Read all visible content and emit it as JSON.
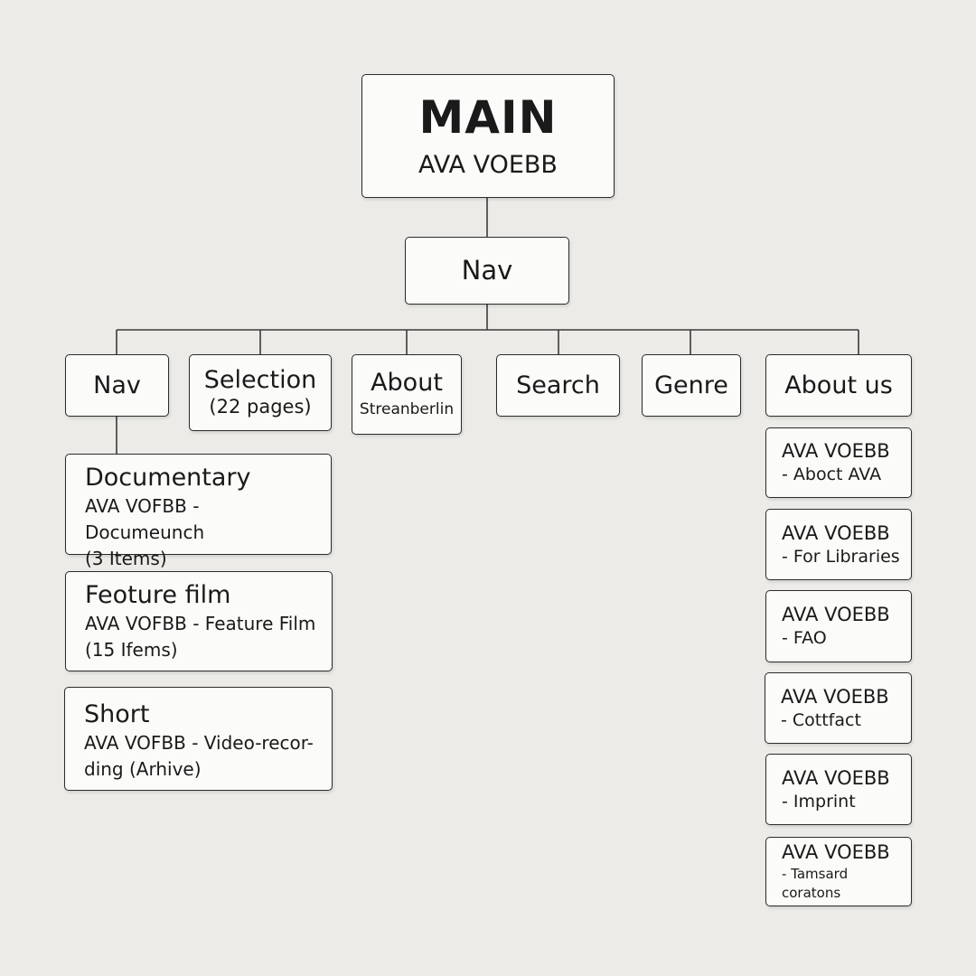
{
  "root": {
    "title": "MAIN",
    "subtitle": "AVA VOEBB"
  },
  "nav_hub": {
    "label": "Nav"
  },
  "categories": {
    "nav": {
      "label": "Nav"
    },
    "selection": {
      "label": "Selection",
      "sub": "(22 pages)"
    },
    "about": {
      "label": "About",
      "sub": "Streanberlin"
    },
    "search": {
      "label": "Search"
    },
    "genre": {
      "label": "Genre"
    },
    "about_us": {
      "label": "About us"
    }
  },
  "genres": [
    {
      "title": "Documentary",
      "desc": "AVA VOFBB - Documeunch\n(3 Items)"
    },
    {
      "title": "Feoture film",
      "desc": "AVA VOFBB - Feature Film\n(15 Ifems)"
    },
    {
      "title": "Short",
      "desc": "AVA VOFBB - Video-recor-\nding (Arhive)"
    }
  ],
  "about_pages": [
    {
      "line1": "AVA VOEBB",
      "line2": "- Aboct AVA"
    },
    {
      "line1": "AVA VOEBB",
      "line2": "- For Libraries"
    },
    {
      "line1": "AVA VOEBB",
      "line2": "- FAO"
    },
    {
      "line1": "AVA VOEBB",
      "line2": "- Cottfact"
    },
    {
      "line1": "AVA VOEBB",
      "line2": "- Imprint"
    },
    {
      "line1": "AVA VOEBB",
      "line2": "- Tamsard coratons"
    }
  ]
}
